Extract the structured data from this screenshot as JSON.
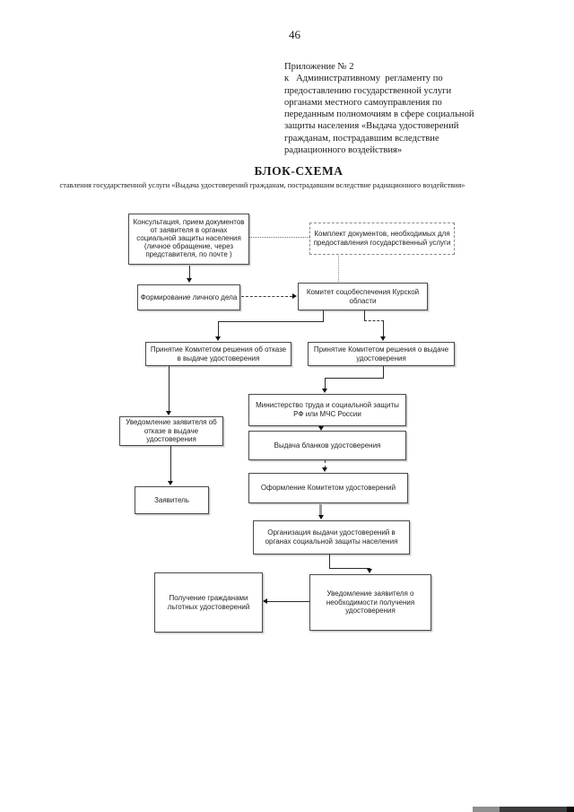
{
  "page_number": "46",
  "appendix": {
    "lines": [
      "Приложение № 2",
      "к   Административному  регламенту по",
      "предоставлению государственной услуги",
      "органами местного самоуправления по",
      "переданным полномочиям в сфере социальной",
      "защиты населения «Выдача удостоверений",
      "гражданам, пострадавшим вследствие",
      "радиационного воздействия»"
    ]
  },
  "title": "БЛОК-СХЕМА",
  "subtitle": "ставления государственной услуги  «Выдача удостоверений гражданам, пострадавшим вследствие радиационного воздействия»",
  "flowchart": {
    "nodes": {
      "consultation": "Консультация, прием документов от заявителя в органах социальной защиты населения (личное обращение, через представителя, по почте )",
      "documents_package": "Комплект документов, необходимых для предоставления государственный услуги",
      "personal_file": "Формирование личного дела",
      "committee": "Комитет соцобеспечения Курской области",
      "decision_refuse": "Принятие Комитетом решения об отказе в выдаче удостоверения",
      "decision_issue": "Принятие Комитетом решения о выдаче удостоверения",
      "ministry": "Министерство труда и социальной защиты РФ или МЧС России",
      "issue_blanks": "Выдача бланков удостоверения",
      "refuse_notice": "Уведомление заявителя об отказе в выдаче удостоверения",
      "registration": "Оформление Комитетом удостоверений",
      "applicant": "Заявитель",
      "issue_organization": "Организация выдачи удостоверений в органах социальной защиты населения",
      "receive_notice": "Уведомление заявителя о необходимости получения удостоверения",
      "citizens_receive": "Получение гражданами льготных удостоверений"
    }
  },
  "colors": {
    "ink": "#1a1a1a",
    "box_border": "#4a4a4a",
    "scan_bar_light": "#8f8f8f",
    "scan_bar_dark": "#3c3c3c"
  }
}
